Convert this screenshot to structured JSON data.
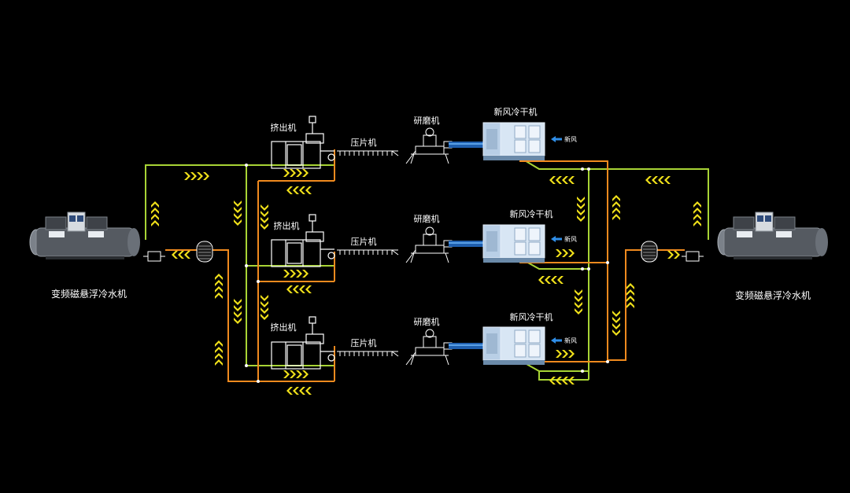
{
  "labels": {
    "chiller": "变频磁悬浮冷水机",
    "extruder": "挤出机",
    "tablet_press": "压片机",
    "grinder": "研磨机",
    "fresh_air_dryer": "新风冷干机",
    "fresh_air": "新风"
  },
  "colors": {
    "background": "#000000",
    "supply_line": "#a8d435",
    "return_line": "#f08a1e",
    "chevron_yellow": "#f2e21a",
    "chevron_orange": "#f08a1e",
    "fresh_air_arrow": "#2f8ee8",
    "dryer_body": "#cfe0f2",
    "chiller_body": "#5a5f66"
  }
}
